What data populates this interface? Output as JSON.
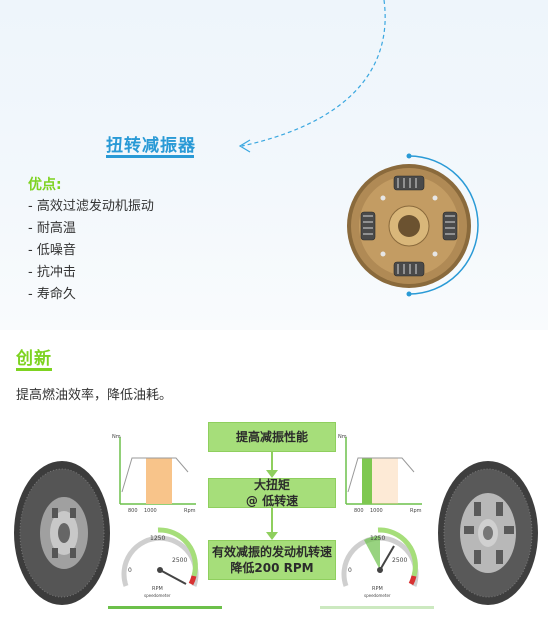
{
  "damper": {
    "title": "扭转减振器",
    "advantages_label": "优点:",
    "advantages": [
      "- 高效过滤发动机振动",
      "- 耐高温",
      "- 低噪音",
      "- 抗冲击",
      "- 寿命久"
    ]
  },
  "innovation": {
    "title": "创新",
    "description": "提高燃油效率，降低油耗。"
  },
  "flow": {
    "box1": "提高减振性能",
    "box2_line1": "大扭矩",
    "box2_line2": "@ 低转速",
    "box3_line1": "有效减振的发动机转速",
    "box3_line2": "降低200 RPM"
  },
  "left_chart": {
    "y_label": "Nm",
    "x_label": "Rpm",
    "x_ticks": [
      "800",
      "1000"
    ],
    "highlight_color": "#f8c48a"
  },
  "right_chart": {
    "y_label": "Nm",
    "x_label": "Rpm",
    "x_ticks": [
      "800",
      "1000"
    ],
    "highlight_color": "#7ec850"
  },
  "left_gauge": {
    "ticks": [
      "0",
      "1250",
      "2500"
    ],
    "unit": "RPM",
    "caption": "speedometer"
  },
  "right_gauge": {
    "ticks": [
      "0",
      "1250",
      "2500"
    ],
    "unit": "RPM",
    "caption": "speedometer"
  },
  "colors": {
    "accent_blue": "#2a9ad6",
    "accent_green": "#7ed321",
    "flow_green": "#a6de7a"
  }
}
